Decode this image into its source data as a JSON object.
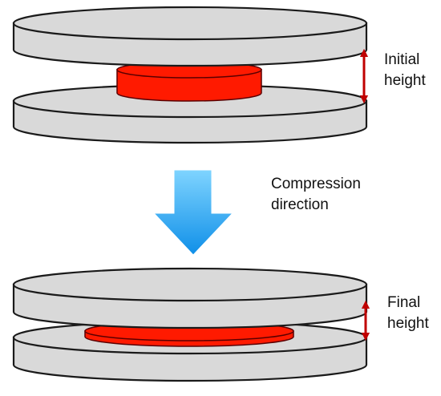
{
  "labels": {
    "initial_height": [
      "Initial",
      "height"
    ],
    "compression_direction": [
      "Compression",
      "direction"
    ],
    "final_height": [
      "Final",
      "height"
    ]
  },
  "colors": {
    "plate_fill": "#d9d9d9",
    "plate_stroke": "#1a1a1a",
    "sample_fill": "#ff1a00",
    "sample_stroke": "#5a0000",
    "measure_arrow": "#c00000",
    "compression_arrow_top": "#7fd4ff",
    "compression_arrow_bottom": "#0f8fe8"
  },
  "icons": {
    "compression_arrow": "down-arrow-icon",
    "height_marker": "double-headed-arrow-icon"
  }
}
